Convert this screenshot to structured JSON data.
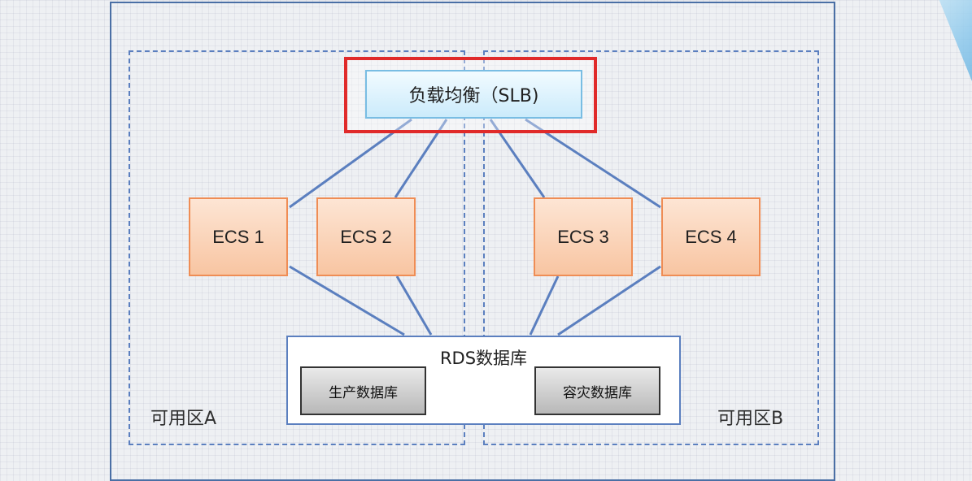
{
  "diagram": {
    "load_balancer": {
      "label": "负载均衡（SLB)",
      "highlighted": true,
      "highlight_color": "#e02a2a"
    },
    "ecs_nodes": [
      {
        "label": "ECS 1",
        "zone": "A"
      },
      {
        "label": "ECS 2",
        "zone": "A"
      },
      {
        "label": "ECS 3",
        "zone": "B"
      },
      {
        "label": "ECS 4",
        "zone": "B"
      }
    ],
    "rds": {
      "title": "RDS数据库",
      "production_db": "生产数据库",
      "disaster_recovery_db": "容灾数据库"
    },
    "zones": [
      {
        "label": "可用区A"
      },
      {
        "label": "可用区B"
      }
    ],
    "colors": {
      "link": "#5b7fbf",
      "ecs_border": "#ef8d55",
      "slb_border": "#79bde3",
      "zone_border": "#5b7fbf"
    }
  }
}
